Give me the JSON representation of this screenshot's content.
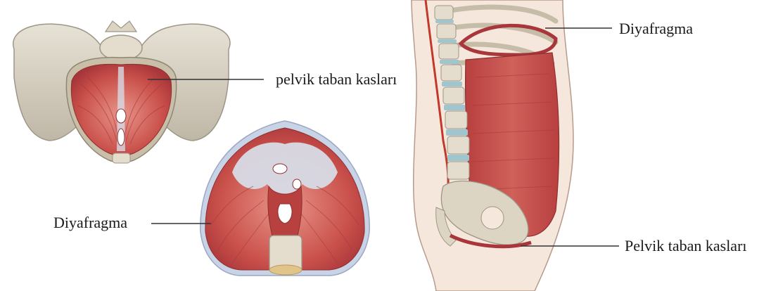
{
  "labels": {
    "pelvic_top": "pelvik taban kasları",
    "diaphragm_bottom": "Diyafragma",
    "diaphragm_right": "Diyafragma",
    "pelvic_right": "Pelvik taban kasları"
  },
  "colors": {
    "bone": "#dcd6c8",
    "bone_shadow": "#b9b2a2",
    "muscle": "#c9504a",
    "muscle_dark": "#a8363a",
    "muscle_light": "#e8958a",
    "tendon": "#d7dbe6",
    "skin": "#f3e2d6",
    "skin_line": "#b89a8a",
    "disc": "#9fc6cf"
  }
}
